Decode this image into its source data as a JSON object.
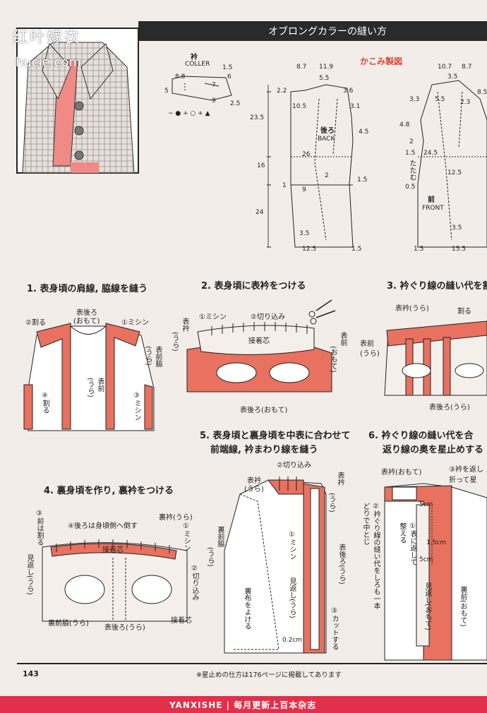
{
  "header": {
    "title": "オブロングカラーの縫い方",
    "watermark": "红叶嫁衣",
    "watermark_url": "hucie.com"
  },
  "pattern": {
    "title": "かこみ製図",
    "collar_label_jp": "衿",
    "collar_label_en": "COLLER",
    "collar_dims": [
      "1.5",
      "8.8",
      "6",
      "7",
      "5",
      "9",
      "2.5"
    ],
    "legend": "− ● + ○ + ▲",
    "back_label_jp": "後ろ",
    "back_label_en": "BACK",
    "front_label_jp": "前",
    "front_label_en": "FRONT",
    "tatamu": "たたむ",
    "back_dims": [
      "8.7",
      "11.9",
      "5.5",
      "2.2",
      "3.6",
      "10.5",
      "3.1",
      "23.5",
      "4.5",
      "26",
      "2",
      "16",
      "1.5",
      "1",
      "9",
      "24",
      "3.5",
      "12.5",
      "1.5"
    ],
    "front_dims": [
      "10.7",
      "8.7",
      "3.5",
      "3.3",
      "5.5",
      "2.3",
      "8.5",
      "4.8",
      "2",
      "1.5",
      "24.5",
      "12.5",
      "0.5",
      "3.5",
      "1.5",
      "15.5"
    ]
  },
  "steps": {
    "s1": "1. 表身頃の肩線, 脇線を縫う",
    "s2": "2. 表身頃に表衿をつける",
    "s3": "3. 衿ぐり線の縫い代を割",
    "s4": "4. 裏身頃を作り, 裏衿をつける",
    "s5a": "5. 表身頃と裏身頃を中表に合わせて",
    "s5b": "前端線, 衿まわり線を縫う",
    "s6a": "6. 衿ぐり線の縫い代を合",
    "s6b": "返り線の奥を星止めする"
  },
  "labels": {
    "s1": {
      "waru": "②割る",
      "omote_back": "表後ろ",
      "omote": "(おもて)",
      "mishin": "①ミシン",
      "front_side": "表前脇",
      "ura": "(うら)",
      "front": "表前",
      "front_ura": "(うら)",
      "mishin3": "③ミシン",
      "waru4": "④割る"
    },
    "s2": {
      "eri": "表衿",
      "ura": "(うら)",
      "mishin": "①ミシン",
      "kirikomi": "②切り込み",
      "setchaku": "接着芯",
      "front": "表前",
      "omote": "(おもて)",
      "back": "表後ろ(おもて)"
    },
    "s3": {
      "eri": "表衿(うら)",
      "waru": "割る",
      "front": "表前",
      "ura": "(うら)",
      "back": "表後ろ(うら)"
    },
    "s4": {
      "mae": "③前は割る",
      "ushiro": "④後ろは身頃側へ倒す",
      "eri": "裏衿(うら)",
      "mishin": "①ミシン",
      "setchaku": "接着芯",
      "mikaeshi": "見返し(うら)",
      "kirikomi": "②切り込み",
      "side": "裏前脇(うら)",
      "back": "表後ろ(うら)",
      "setchaku2": "接着芯"
    },
    "s5": {
      "kirikomi": "②切り込み",
      "eri": "表衿",
      "ura": "(うら)",
      "eri2": "表衿",
      "ura2": "(うら)",
      "side": "裏前脇",
      "ura3": "(うら)",
      "mishin": "①ミシン",
      "mikaeshi": "見返し(うら)",
      "back": "表後ろ(うら)",
      "urafu": "裏布をよける",
      "cut": "③カットする",
      "dim": "0.2cm"
    },
    "s6": {
      "eri": "表衿(おもて)",
      "eri_fold": "③衿を返し折って星",
      "d1": "5cm",
      "d2": "1.5cm",
      "d3": "5cm",
      "t1": "①表に返して整える",
      "t2": "②衿ぐり線の縫い代をしろも一本どりで中とじ",
      "mikaeshi": "見返し(おもて)",
      "front": "裏前(おもて)"
    }
  },
  "footer": {
    "page": "143",
    "note": "※星止めの仕方は176ページに掲載してあります",
    "bar": "YANXISHE | 每月更新上百本杂志"
  },
  "colors": {
    "accent": "#e8715f",
    "dark": "#2a2a2a",
    "bar": "#e22f4a"
  }
}
